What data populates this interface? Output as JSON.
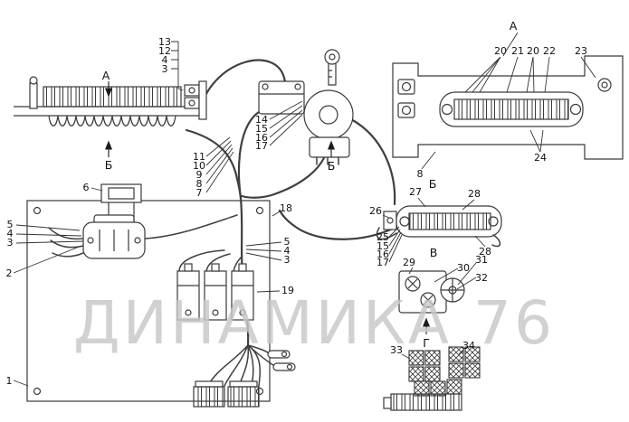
{
  "watermark": {
    "text": "ДИНАМИКА 76"
  },
  "view_labels": {
    "assembly_top": "А",
    "assembly_bottom": "Б",
    "switch": "Б",
    "bracket": "А",
    "connector_top": "Б",
    "connector_bottom": "В",
    "gauge": "Г"
  },
  "callouts": {
    "stack_top_left": [
      "13",
      "12",
      "4",
      "3"
    ],
    "stack_switch_right": [
      "14",
      "15",
      "16",
      "17"
    ],
    "stack_switch_left": [
      "11",
      "10",
      "9",
      "8",
      "7"
    ],
    "bracket_top": [
      "20",
      "21",
      "20",
      "22"
    ],
    "c23": "23",
    "c24": "24",
    "c8": "8",
    "c27": "27",
    "c26": "26",
    "c28_top": "28",
    "c28_bottom": "28",
    "stack_connector": [
      "25",
      "15",
      "16",
      "17"
    ],
    "c18": "18",
    "stack_mid": [
      "5",
      "4",
      "3"
    ],
    "c19": "19",
    "stack_left": [
      "5",
      "4",
      "3"
    ],
    "c6": "6",
    "c2": "2",
    "c1": "1",
    "c29": "29",
    "c30": "30",
    "c31": "31",
    "c32": "32",
    "c33": "33",
    "c34": "34"
  },
  "colors": {
    "background": "#ffffff",
    "line": "#3a3a3a",
    "watermark": "#c8c8c8"
  }
}
